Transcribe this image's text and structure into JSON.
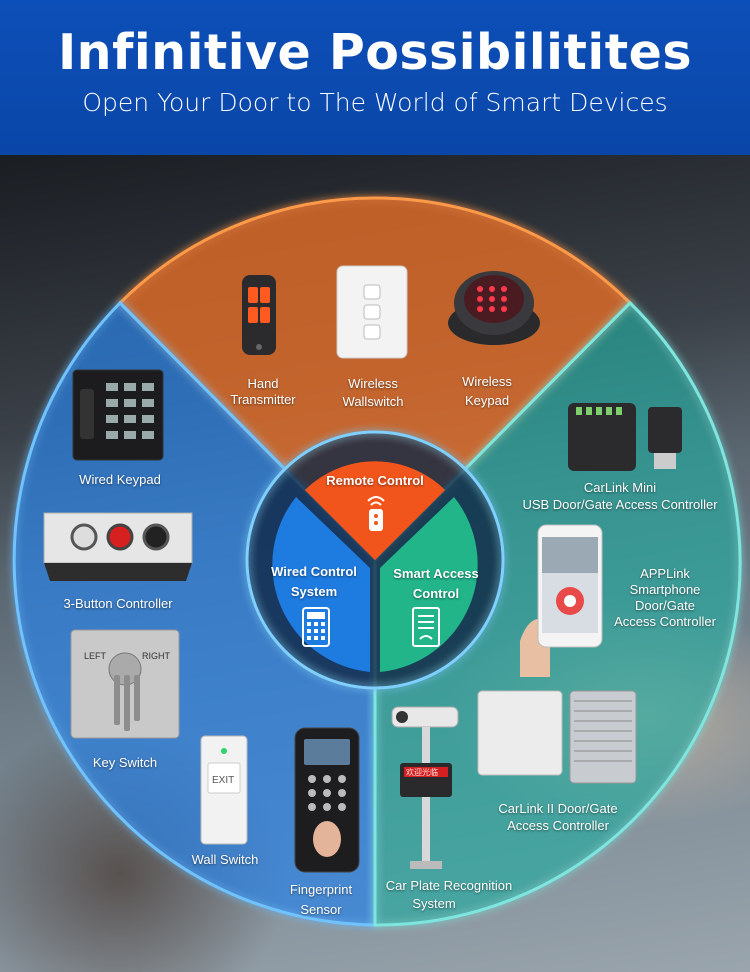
{
  "header": {
    "title": "Infinitive Possibilitites",
    "subtitle": "Open Your Door to The World of Smart Devices"
  },
  "center": {
    "remote": "Remote Control",
    "wired": [
      "Wired Control",
      "System"
    ],
    "smart": [
      "Smart Access",
      "Control"
    ]
  },
  "remote_items": [
    {
      "lines": [
        "Hand",
        "Transmitter"
      ]
    },
    {
      "lines": [
        "Wireless",
        "Wallswitch"
      ]
    },
    {
      "lines": [
        "Wireless",
        "Keypad"
      ]
    }
  ],
  "wired_items": [
    {
      "lines": [
        "Wired Keypad"
      ]
    },
    {
      "lines": [
        "3-Button Controller"
      ]
    },
    {
      "lines": [
        "Key Switch"
      ]
    },
    {
      "lines": [
        "Wall Switch"
      ]
    },
    {
      "lines": [
        "Fingerprint",
        "Sensor"
      ]
    }
  ],
  "smart_items": [
    {
      "lines": [
        "CarLink Mini",
        "USB Door/Gate Access Controller"
      ]
    },
    {
      "lines": [
        "APPLink",
        "Smartphone",
        "Door/Gate",
        "Access Controller"
      ]
    },
    {
      "lines": [
        "CarLink II Door/Gate",
        "Access Controller"
      ]
    },
    {
      "lines": [
        "Car Plate Recognition",
        "System"
      ]
    }
  ],
  "device_text": {
    "key_switch_left": "LEFT",
    "key_switch_right": "RIGHT",
    "exit": "EXIT",
    "plate": "欢迎光临"
  },
  "colors": {
    "header": "#0a46a8",
    "remote": "#f2551b",
    "wired": "#1e7be0",
    "smart": "#22b58a"
  }
}
